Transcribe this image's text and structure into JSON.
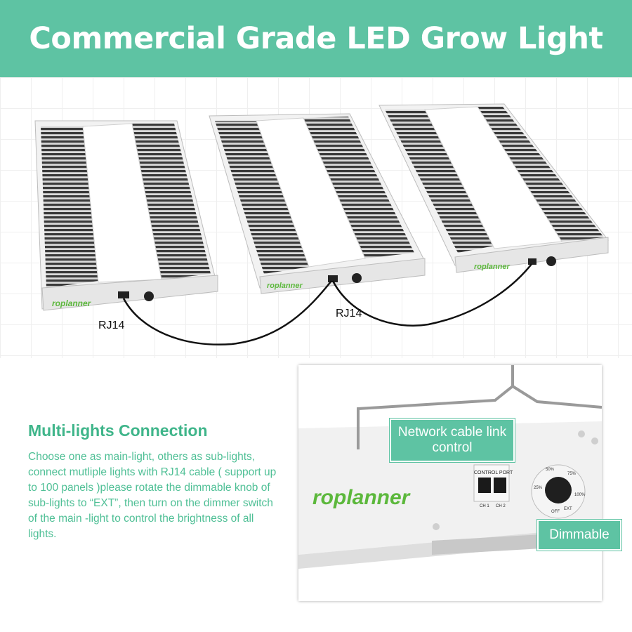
{
  "banner": {
    "title": "Commercial Grade LED Grow Light"
  },
  "diagram": {
    "rj14_left": "RJ14",
    "rj14_middle": "RJ14",
    "brand": "roplanner"
  },
  "section": {
    "heading": "Multi-lights Connection",
    "description": "Choose one as main-light, others as sub-lights, connect mutliple lights with RJ14 cable ( support up to 100 panels )please rotate the dimmable knob of sub-lights to “EXT”, then turn on the dimmer switch of the main -light to control the brightness of all lights."
  },
  "closeup": {
    "brand": "roplanner",
    "control_port": "CONTROL PORT",
    "ch1": "CH 1",
    "ch2": "CH 2",
    "knob_marks": [
      "25%",
      "50%",
      "75%",
      "100%",
      "EXT",
      "OFF"
    ],
    "callout_network": "Network cable link control",
    "callout_dimmable": "Dimmable"
  },
  "colors": {
    "accent": "#5ec3a3",
    "text_green": "#4ebf95",
    "brand_green": "#5cb83c"
  }
}
